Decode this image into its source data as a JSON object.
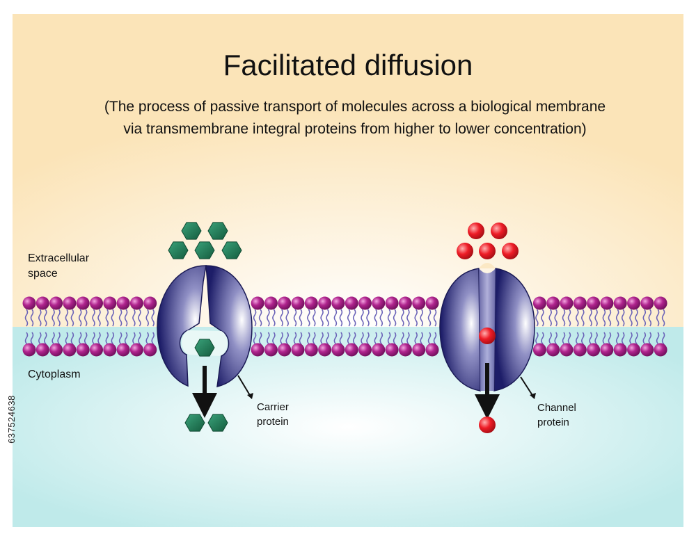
{
  "title": "Facilitated diffusion",
  "subtitle_line1": "(The process of passive transport of molecules across a biological membrane",
  "subtitle_line2": "via transmembrane integral proteins from higher to lower concentration)",
  "regions": {
    "extracellular_line1": "Extracellular",
    "extracellular_line2": "space",
    "cytoplasm": "Cytoplasm"
  },
  "carrier_protein": {
    "label_line1": "Carrier",
    "label_line2": "protein",
    "molecule_color": "#1f7a55",
    "molecules_above": 5,
    "molecules_inside": 1,
    "molecules_below": 2
  },
  "channel_protein": {
    "label_line1": "Channel",
    "label_line2": "protein",
    "molecule_color": "#e8202a",
    "molecules_above": 5,
    "molecules_inside": 1,
    "molecules_below": 1
  },
  "colors": {
    "extracellular_bg": "#fbe8c4",
    "cytoplasm_bg": "#c6ecec",
    "lipid_head": "#9b1b7c",
    "lipid_tail": "#6a63b8",
    "protein": "#1e1e6e"
  },
  "watermark_id": "637524638"
}
